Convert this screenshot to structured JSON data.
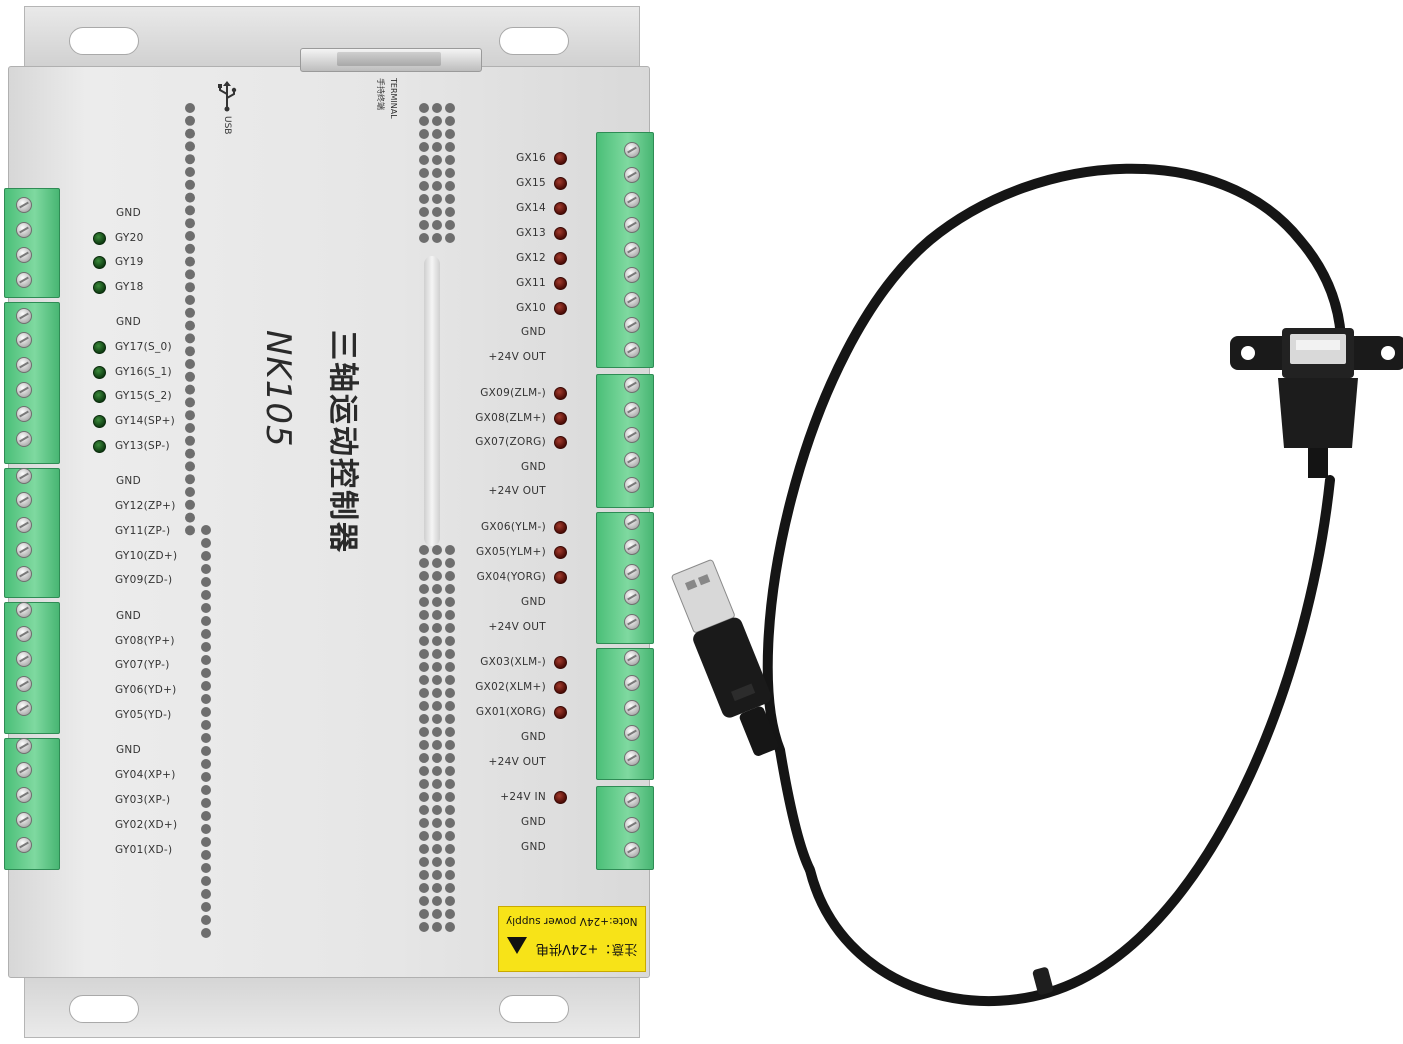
{
  "device": {
    "model": "NK105",
    "model_cn": "三轴运动控制器",
    "usb_label": "USB",
    "terminal_label_cn": "手持终端",
    "terminal_label": "TERMINAL"
  },
  "left_pins": [
    {
      "label": "GND",
      "led": false
    },
    {
      "label": "GY20",
      "led": true
    },
    {
      "label": "GY19",
      "led": true
    },
    {
      "label": "GY18",
      "led": true
    },
    {
      "label": "GND",
      "led": false
    },
    {
      "label": "GY17(S_0)",
      "led": true
    },
    {
      "label": "GY16(S_1)",
      "led": true
    },
    {
      "label": "GY15(S_2)",
      "led": true
    },
    {
      "label": "GY14(SP+)",
      "led": true
    },
    {
      "label": "GY13(SP-)",
      "led": true
    },
    {
      "label": "GND",
      "led": false
    },
    {
      "label": "GY12(ZP+)",
      "led": false
    },
    {
      "label": "GY11(ZP-)",
      "led": false
    },
    {
      "label": "GY10(ZD+)",
      "led": false
    },
    {
      "label": "GY09(ZD-)",
      "led": false
    },
    {
      "label": "GND",
      "led": false
    },
    {
      "label": "GY08(YP+)",
      "led": false
    },
    {
      "label": "GY07(YP-)",
      "led": false
    },
    {
      "label": "GY06(YD+)",
      "led": false
    },
    {
      "label": "GY05(YD-)",
      "led": false
    },
    {
      "label": "GND",
      "led": false
    },
    {
      "label": "GY04(XP+)",
      "led": false
    },
    {
      "label": "GY03(XP-)",
      "led": false
    },
    {
      "label": "GY02(XD+)",
      "led": false
    },
    {
      "label": "GY01(XD-)",
      "led": false
    }
  ],
  "right_pins": [
    {
      "label": "GX16",
      "led": true
    },
    {
      "label": "GX15",
      "led": true
    },
    {
      "label": "GX14",
      "led": true
    },
    {
      "label": "GX13",
      "led": true
    },
    {
      "label": "GX12",
      "led": true
    },
    {
      "label": "GX11",
      "led": true
    },
    {
      "label": "GX10",
      "led": true
    },
    {
      "label": "GND",
      "led": false
    },
    {
      "label": "+24V OUT",
      "led": false
    },
    {
      "label": "GX09(ZLM-)",
      "led": true
    },
    {
      "label": "GX08(ZLM+)",
      "led": true
    },
    {
      "label": "GX07(ZORG)",
      "led": true
    },
    {
      "label": "GND",
      "led": false
    },
    {
      "label": "+24V OUT",
      "led": false
    },
    {
      "label": "GX06(YLM-)",
      "led": true
    },
    {
      "label": "GX05(YLM+)",
      "led": true
    },
    {
      "label": "GX04(YORG)",
      "led": true
    },
    {
      "label": "GND",
      "led": false
    },
    {
      "label": "+24V OUT",
      "led": false
    },
    {
      "label": "GX03(XLM-)",
      "led": true
    },
    {
      "label": "GX02(XLM+)",
      "led": true
    },
    {
      "label": "GX01(XORG)",
      "led": true
    },
    {
      "label": "GND",
      "led": false
    },
    {
      "label": "+24V OUT",
      "led": false
    },
    {
      "label": "+24V IN",
      "led": true
    },
    {
      "label": "GND",
      "led": false
    },
    {
      "label": "GND",
      "led": false
    }
  ],
  "warning": {
    "line1": "Note:+24V power supply",
    "line2": "注意：+24V供电"
  },
  "colors": {
    "terminal_green": "#5cc987",
    "led_green": "#1b5e20",
    "led_red": "#7a1a10",
    "warning_yellow": "#f7e318",
    "cable_black": "#151515"
  }
}
